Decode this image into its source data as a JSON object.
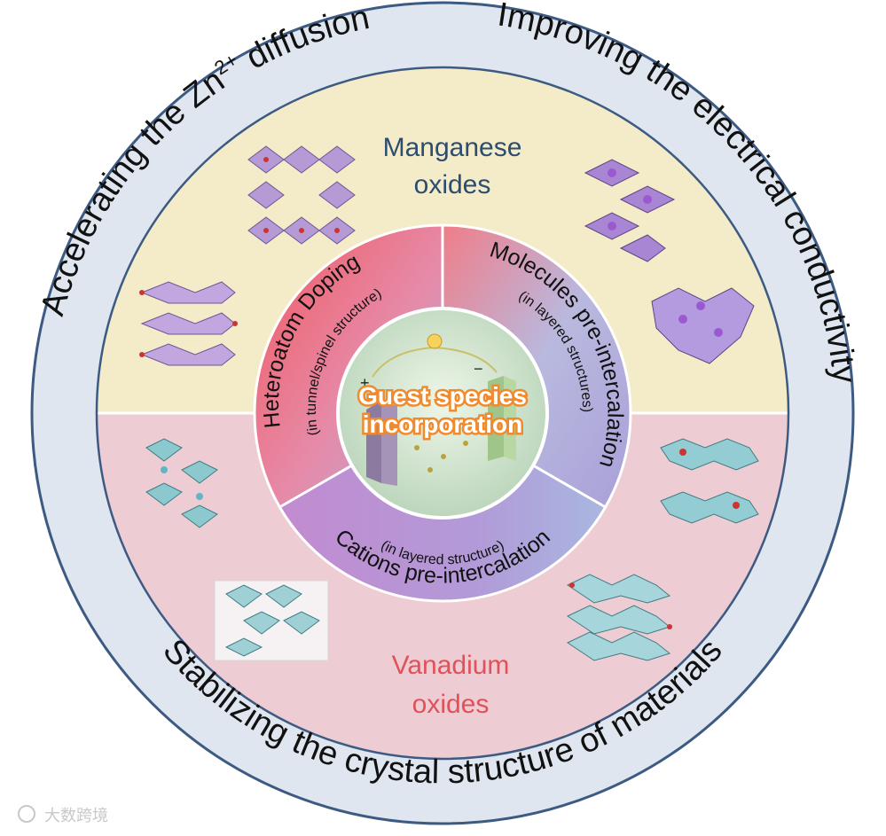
{
  "outer_ring": {
    "left_label": "Accelerating the Zn",
    "left_sup": "2+",
    "left_label_end": " diffusion",
    "right_label": "Improving the electrical conductivity",
    "bottom_label": "Stabilizing the crystal structure of materials"
  },
  "regions": {
    "manganese": {
      "line1": "Manganese",
      "line2": "oxides"
    },
    "vanadium": {
      "line1": "Vanadium",
      "line2": "oxides"
    }
  },
  "segments": {
    "heteroatom": {
      "title": "Heteroatom Doping",
      "subtitle": "(in tunnel/spinel structure)"
    },
    "molecules": {
      "title": "Molecules pre-intercalation",
      "subtitle": "(in layered structures)"
    },
    "cations": {
      "title": "Cations pre-intercalation",
      "subtitle": "(in layered structure)"
    }
  },
  "center": {
    "line1": "Guest species",
    "line2": "incorporation",
    "plus": "+",
    "minus": "−"
  },
  "watermark": "大数跨境",
  "colors": {
    "manganese_text": "#2b4d6f",
    "vanadium_text": "#e0515a",
    "manganese_bg": "#f4ebc9",
    "vanadium_bg": "#eeccd3",
    "outer_ring": "#dfe6ef",
    "center_glow": "#f08a2c"
  }
}
